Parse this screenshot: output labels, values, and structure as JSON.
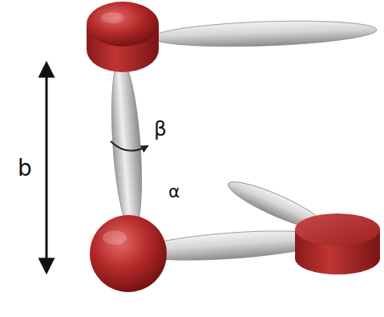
{
  "diagram": {
    "labels": [
      "b",
      "β",
      "α"
    ]
  }
}
